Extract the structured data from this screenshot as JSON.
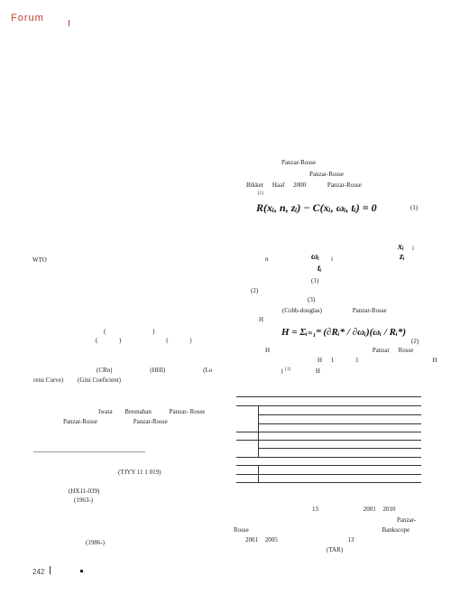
{
  "header": {
    "section": "Forum"
  },
  "right_col": {
    "l1": "Panzar-Rosse",
    "l2": "Panzar-Rosse",
    "l3": [
      "Bikker",
      "Haaf",
      "2000",
      "Panzar-Rosse"
    ],
    "l4_ref": "[1]",
    "eq1": "R(x",
    "eq1_full": "R(xᵢ, n, zᵢ) − C(xᵢ, ωᵢ, tᵢ) = 0",
    "eq1_num": "(1)",
    "var_xi": "xᵢ",
    "var_i1": "i",
    "var_zi": "zᵢ",
    "var_n": "n",
    "var_omega": "ωᵢ",
    "var_i2": "i",
    "var_ti": "tᵢ",
    "l_eq_ref": "(1)",
    "l_2": "(2)",
    "l_3": "(3)",
    "cobb": "(Cobb-douglas)",
    "cobb_pr": "Panzar-Rosse",
    "h1": "H",
    "eq2_full": "H = Σᵢ₌₁ᵐ (∂Rᵢ* / ∂ωᵢ)(ωᵢ / Rᵢ*)",
    "eq2_num": "(2)",
    "h2": "H",
    "h2_pr": [
      "Panzar",
      "Rosse"
    ],
    "h3": [
      "H",
      "1",
      "1",
      "H"
    ],
    "h4": [
      "1",
      "[1]",
      "H"
    ],
    "b1": [
      "13",
      "2001",
      "2010"
    ],
    "b2": "Panzar-",
    "b3": [
      "Rosse",
      "Bankscope"
    ],
    "b4": [
      "2001",
      "2005",
      "13"
    ],
    "b5": "(TAR)"
  },
  "left_col": {
    "wto": "WTO",
    "p1": [
      "(",
      ")"
    ],
    "p2": [
      "(",
      ")",
      "(",
      ")"
    ],
    "cr": [
      "(CRn)",
      "(HHI)",
      "(Lo"
    ],
    "renz": [
      "renz Curve)",
      "(Gini Coeficient)"
    ],
    "iwata": [
      "Iwata",
      "Bresnahan",
      "Panzar- Rosse"
    ],
    "pr2": [
      "Panzar-Rosse",
      "Panzar-Rosse"
    ],
    "fn1": "(TJYY 11 1 019)",
    "fn2": "(HX11-039)",
    "fn3": "(1963-)",
    "fn4": "(1986-)"
  },
  "footer": {
    "page_number": "242"
  }
}
